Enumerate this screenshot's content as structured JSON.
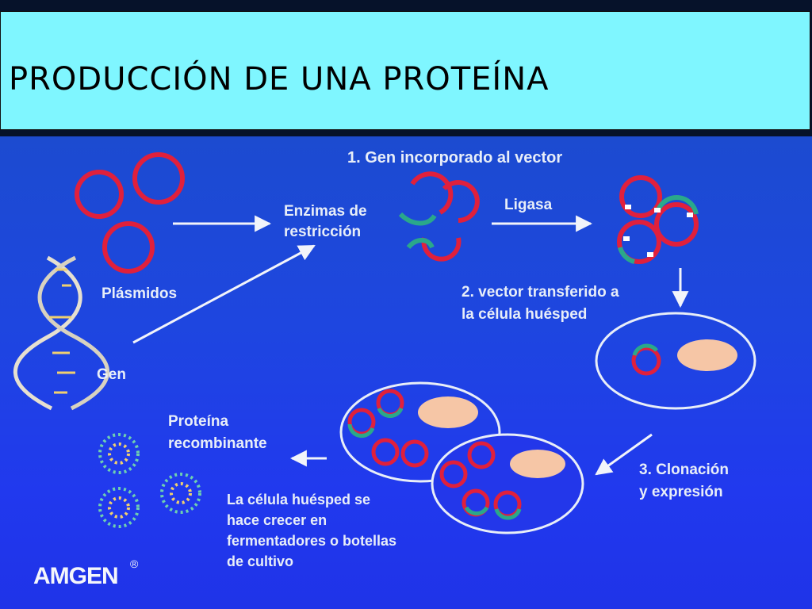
{
  "title": "PRODUCCIÓN DE UNA PROTEÍNA",
  "labels": {
    "plasmidos": "Plásmidos",
    "gen": "Gen",
    "enzimas_line1": "Enzimas de",
    "enzimas_line2": "restricción",
    "step1": "1. Gen incorporado al vector",
    "ligasa": "Ligasa",
    "step2_line1": "2. vector transferido a",
    "step2_line2": "la célula huésped",
    "step3_line1": "3. Clonación",
    "step3_line2": "y expresión",
    "proteina_line1": "Proteína",
    "proteina_line2": "recombinante",
    "cultivo_line1": "La célula huésped se",
    "cultivo_line2": "hace crecer en",
    "cultivo_line3": "fermentadores o botellas",
    "cultivo_line4": "de cultivo"
  },
  "logo": {
    "text": "AMGEN",
    "mark": "®"
  },
  "colors": {
    "title_bg": "#7ff6ff",
    "plasmid": "#e0203c",
    "gene_segment": "#2aa88a",
    "nucleus": "#f6c6a6",
    "arrow": "#f2f4fa",
    "label": "#e8eef8"
  }
}
